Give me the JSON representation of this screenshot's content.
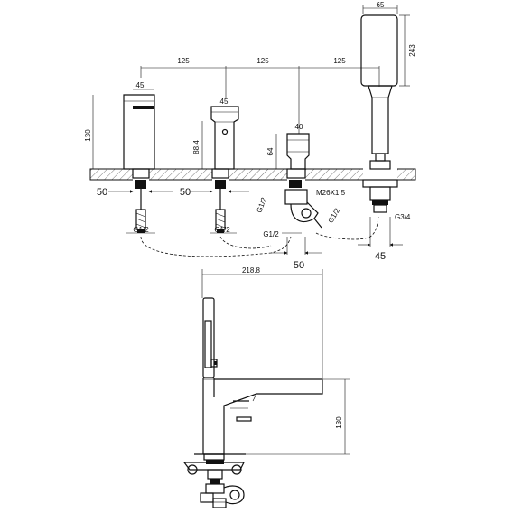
{
  "top_view": {
    "spacing_1": "125",
    "spacing_2": "125",
    "spacing_3": "125",
    "handshower_width": "65",
    "handshower_height": "243",
    "spout_width": "45",
    "spout_height": "130",
    "valve_width": "45",
    "valve_height": "88.4",
    "diverter_width": "40",
    "diverter_height": "64",
    "spout_hole": "50",
    "valve_hole": "50",
    "diverter_hole": "50",
    "handshower_hole": "45",
    "spout_thread": "G1/2",
    "valve_thread": "G1/2",
    "diverter_thread_left": "G1/2",
    "diverter_thread_down": "G1/2",
    "diverter_thread_right": "G1/2",
    "diverter_nut": "M26X1.5",
    "handshower_thread": "G3/4"
  },
  "side_view": {
    "depth": "218.8",
    "height": "130"
  }
}
